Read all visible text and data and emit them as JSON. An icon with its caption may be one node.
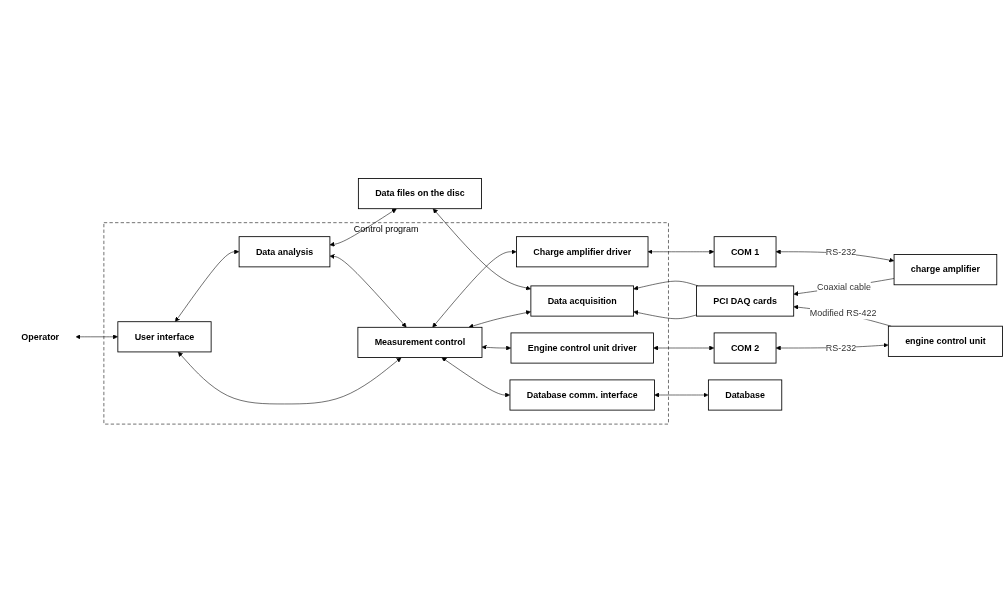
{
  "diagram": {
    "nodes": [
      {
        "text": [
          "Control program"
        ]
      },
      {
        "text": [
          "Engine control unit driver"
        ],
        "in": 0
      },
      {
        "text": [
          "User interface"
        ],
        "in": 0
      },
      {
        "text": [
          "Measurement control"
        ],
        "in": 0
      },
      {
        "text": [
          "Data acquisition"
        ],
        "in": 0
      },
      {
        "text": [
          "Charge amplifier driver"
        ],
        "in": 0
      },
      {
        "text": [
          "Data analysis"
        ],
        "in": 0
      },
      {
        "text": [
          "Database comm. interface"
        ],
        "in": 0
      },
      {
        "text": [
          "COM 2"
        ]
      },
      {
        "text": [
          "engine control unit"
        ]
      },
      {
        "text": [
          "PCI DAQ cards"
        ]
      },
      {
        "text": [
          "COM 1"
        ]
      },
      {
        "text": [
          "charge amplifier"
        ]
      },
      {
        "text": [
          "Database"
        ]
      },
      {
        "text": [
          "Data files on the disc"
        ]
      },
      {
        "text": [
          "Operator"
        ]
      }
    ],
    "edges": [
      {
        "from": 2,
        "to": 15,
        "arrow": "both"
      },
      {
        "from": 3,
        "to": 2,
        "arrow": "both"
      },
      {
        "from": 1,
        "to": 3,
        "arrow": "both"
      },
      {
        "from": 4,
        "to": 3,
        "arrow": "both"
      },
      {
        "from": 8,
        "to": 1,
        "arrow": "both"
      },
      {
        "from": 9,
        "to": 8,
        "arrow": "both",
        "label": "RS-232"
      },
      {
        "from": 9,
        "to": 10,
        "arrow": "to",
        "label": "Modified RS-422"
      },
      {
        "from": 10,
        "to": 4,
        "arrow": "to"
      },
      {
        "from": 10,
        "to": 4,
        "arrow": "to"
      },
      {
        "from": 12,
        "to": 10,
        "arrow": "to",
        "label": "Coaxial cable"
      },
      {
        "from": 5,
        "to": 3,
        "arrow": "both"
      },
      {
        "from": 11,
        "to": 5,
        "arrow": "both"
      },
      {
        "from": 12,
        "to": 11,
        "arrow": "both",
        "label": "RS-232"
      },
      {
        "from": 3,
        "to": 6,
        "arrow": "both"
      },
      {
        "from": 6,
        "to": 2,
        "arrow": "both"
      },
      {
        "from": 7,
        "to": 3,
        "arrow": "both"
      },
      {
        "from": 13,
        "to": 7,
        "arrow": "both"
      },
      {
        "from": 4,
        "to": 14,
        "arrow": "both"
      },
      {
        "from": 14,
        "to": 6,
        "arrow": "both"
      }
    ]
  }
}
